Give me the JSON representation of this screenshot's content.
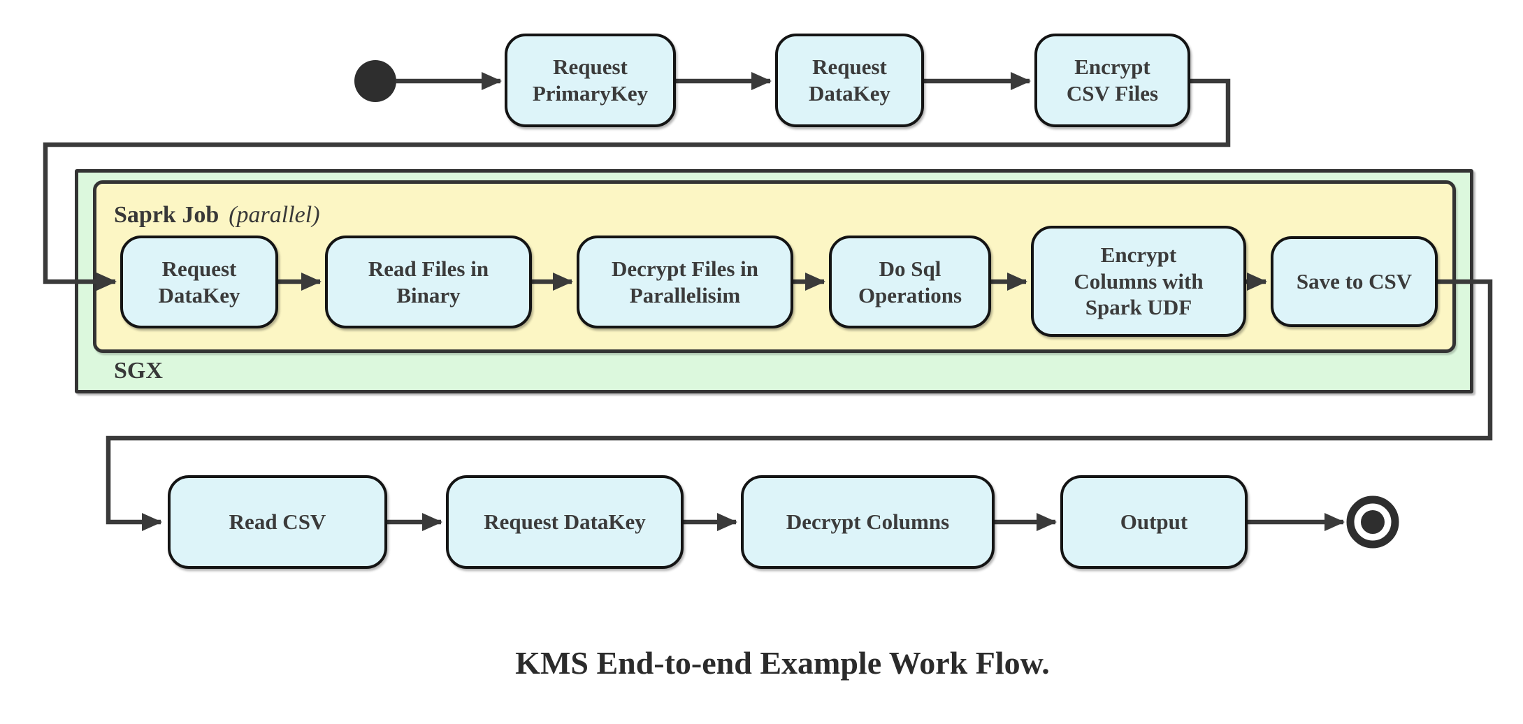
{
  "diagram": {
    "caption": "KMS End-to-end Example Work Flow.",
    "containers": {
      "sgx": {
        "label": "SGX"
      },
      "spark_job": {
        "label": "Saprk Job",
        "qualifier": "(parallel)"
      }
    },
    "top_flow": {
      "request_primarykey": {
        "label": "Request\nPrimaryKey"
      },
      "request_datakey": {
        "label": "Request\nDataKey"
      },
      "encrypt_csv_files": {
        "label": "Encrypt\nCSV Files"
      }
    },
    "spark_flow": {
      "request_datakey": {
        "label": "Request\nDataKey"
      },
      "read_files_in_binary": {
        "label": "Read Files in\nBinary"
      },
      "decrypt_files_in_parallelisim": {
        "label": "Decrypt Files in\nParallelisim"
      },
      "do_sql_operations": {
        "label": "Do Sql\nOperations"
      },
      "encrypt_columns_with_spark_udf": {
        "label": "Encrypt\nColumns with\nSpark UDF"
      },
      "save_to_csv": {
        "label": "Save to CSV"
      }
    },
    "bottom_flow": {
      "read_csv": {
        "label": "Read CSV"
      },
      "request_datakey": {
        "label": "Request DataKey"
      },
      "decrypt_columns": {
        "label": "Decrypt Columns"
      },
      "output": {
        "label": "Output"
      }
    },
    "icons": {
      "start": "filled-circle",
      "end": "bullseye-circle"
    },
    "colors": {
      "node_fill": "#ddf4f9",
      "node_border": "#141414",
      "sgx_container_fill": "#dcf8dd",
      "spark_container_fill": "#fcf6c4",
      "container_border": "#333333",
      "connector": "#3a3a3a",
      "label_text": "#383838"
    }
  }
}
